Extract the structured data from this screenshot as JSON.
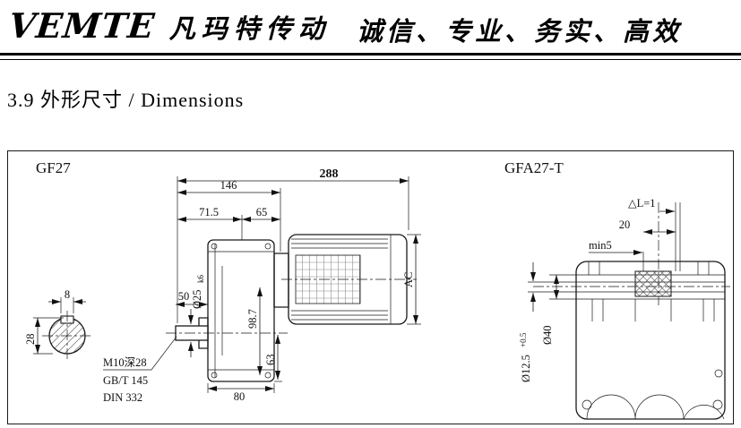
{
  "header": {
    "brand_latin": "VEMTE",
    "brand_cn": "凡玛特传动",
    "slogan": "诚信、专业、务实、高效"
  },
  "section": {
    "title": "3.9 外形尺寸 / Dimensions"
  },
  "drawing": {
    "highlight_color": "#ff0000",
    "left_title": "GF27",
    "right_title": "GFA27-T",
    "dims": {
      "total_length": "288",
      "gearbox_length": "146",
      "dim_71_5": "71.5",
      "dim_65": "65",
      "motor_height": "AC",
      "shaft_dia": "Ø25",
      "shaft_fit": "k6",
      "shaft_length": "50",
      "dim_98_7": "98.7",
      "dim_63": "63",
      "dim_80": "80",
      "key_width": "8",
      "shaft_section_dia": "28",
      "tap_note": "M10深28",
      "std_note1": "GB/T 145",
      "std_note2": "DIN 332"
    },
    "right_dims": {
      "delta_l": "△L=1",
      "dim_20": "20",
      "dim_min5": "min5",
      "hub_dia": "Ø40",
      "hole_dia": "Ø12.5",
      "hole_tol": "+0.5"
    }
  }
}
